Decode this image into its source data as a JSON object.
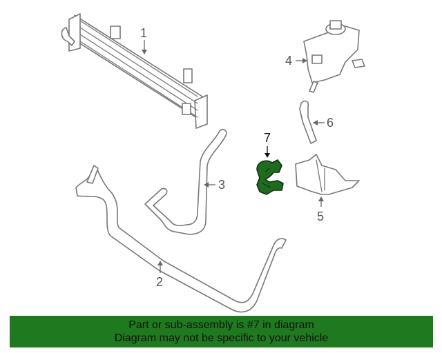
{
  "callouts": [
    {
      "id": "1",
      "label": "1"
    },
    {
      "id": "2",
      "label": "2"
    },
    {
      "id": "3",
      "label": "3"
    },
    {
      "id": "4",
      "label": "4"
    },
    {
      "id": "5",
      "label": "5"
    },
    {
      "id": "6",
      "label": "6"
    },
    {
      "id": "7",
      "label": "7"
    }
  ],
  "highlighted_part": "7",
  "colors": {
    "highlight": "#1f6b1f",
    "banner": "#1f7a1f",
    "line": "#777777"
  },
  "banner": {
    "line1": "Part or sub-assembly is #7 in diagram",
    "line2": "Diagram may not be specific to your vehicle"
  }
}
